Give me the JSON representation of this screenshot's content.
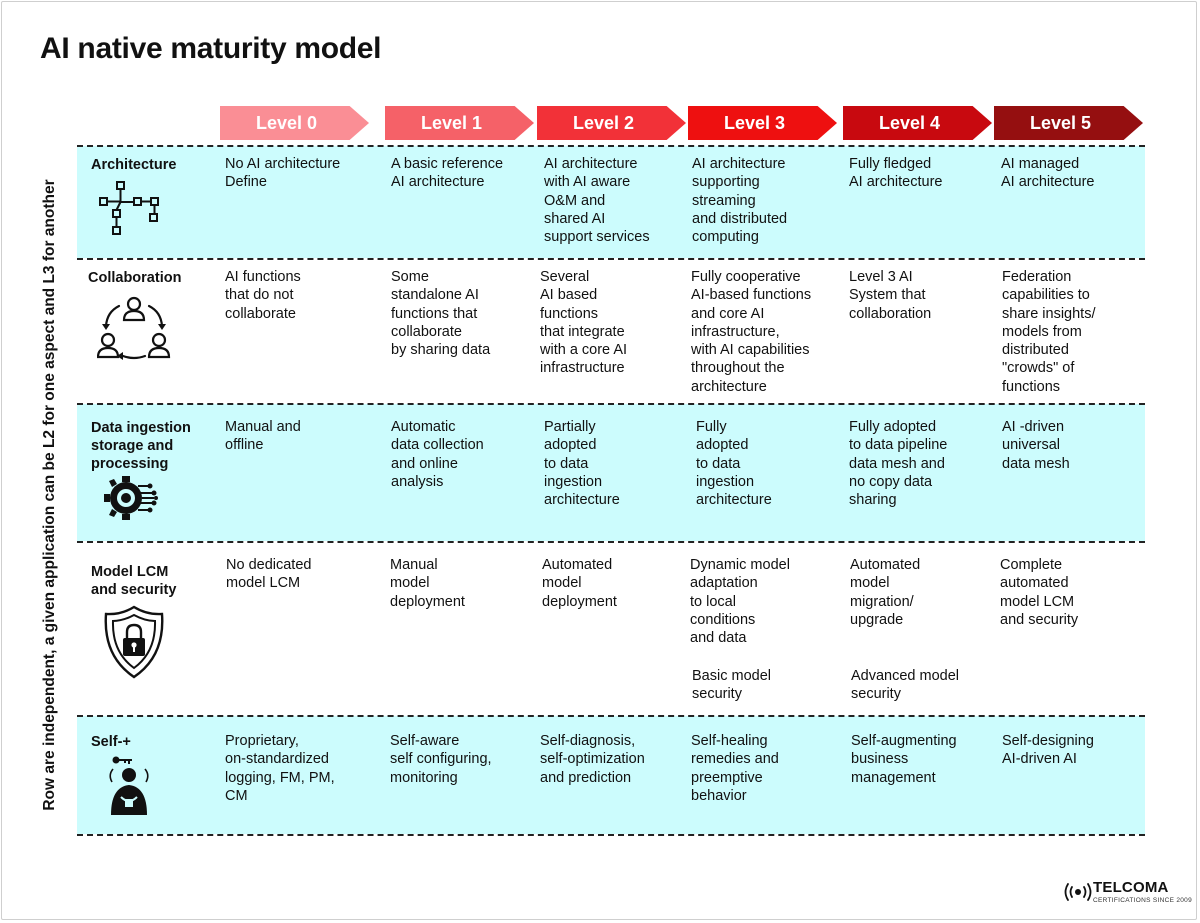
{
  "title": "AI native maturity model",
  "side_note": "Row are independent, a given application can be L2 for one aspect and L3 for another",
  "levels": [
    {
      "label": "Level 0",
      "color": "#fa8e95"
    },
    {
      "label": "Level 1",
      "color": "#f56168"
    },
    {
      "label": "Level 2",
      "color": "#f23138"
    },
    {
      "label": "Level 3",
      "color": "#ee1010"
    },
    {
      "label": "Level 4",
      "color": "#c8090f"
    },
    {
      "label": "Level 5",
      "color": "#950f10"
    }
  ],
  "rows": [
    {
      "label": "Architecture",
      "icon": "architecture-tree-icon",
      "cells": [
        "No AI architecture\nDefine",
        "A basic reference\nAI architecture",
        "AI architecture\nwith AI aware\nO&M and\nshared AI\nsupport services",
        "AI architecture\nsupporting\nstreaming\nand distributed\ncomputing",
        "Fully fledged\nAI architecture",
        "AI managed\nAI architecture"
      ]
    },
    {
      "label": "Collaboration",
      "icon": "collaboration-people-cycle-icon",
      "cells": [
        "AI functions\nthat do not\ncollaborate",
        "Some\nstandalone AI\nfunctions that\ncollaborate\nby sharing  data",
        "Several\nAI based\nfunctions\nthat integrate\nwith a core AI\ninfrastructure",
        "Fully cooperative\nAI-based functions\nand core AI\ninfrastructure,\nwith AI capabilities\nthroughout the\narchitecture",
        "Level 3 AI\nSystem that\ncollaboration",
        "Federation\ncapabilities to\nshare insights/\nmodels from\ndistributed\n\"crowds\" of\nfunctions"
      ]
    },
    {
      "label": "Data ingestion\nstorage and\nprocessing",
      "icon": "data-processing-gear-icon",
      "cells": [
        "Manual and\noffline",
        "Automatic\ndata collection\nand online\nanalysis",
        "Partially\nadopted\nto data\ningestion\narchitecture",
        "Fully\nadopted\nto data\ningestion\narchitecture",
        "Fully adopted\nto data pipeline\ndata mesh and\nno copy data\nsharing",
        "AI -driven\nuniversal\ndata mesh"
      ]
    },
    {
      "label": "Model LCM\nand security",
      "icon": "security-shield-lock-icon",
      "cells": [
        "No dedicated\nmodel LCM",
        "Manual\nmodel\ndeployment",
        "Automated\nmodel\ndeployment",
        "Dynamic model\nadaptation\nto local\nconditions\nand data",
        "Automated\nmodel\nmigration/\nupgrade",
        "Complete\nautomated\nmodel LCM\nand security"
      ],
      "extra": [
        {
          "col": 3,
          "text": "Basic model\nsecurity"
        },
        {
          "col": 4,
          "text": "Advanced model\nsecurity"
        }
      ]
    },
    {
      "label": "Self-+",
      "icon": "self-person-key-icon",
      "cells": [
        "Proprietary,\non-standardized\nlogging, FM, PM,\nCM",
        "Self-aware\nself configuring,\nmonitoring",
        "Self-diagnosis,\nself-optimization\nand prediction",
        "Self-healing\nremedies and\npreemptive\nbehavior",
        "Self-augmenting\nbusiness\nmanagement",
        "Self-designing\nAI-driven AI"
      ]
    }
  ],
  "logo": {
    "name": "TELCOMA",
    "tagline": "CERTIFICATIONS SINCE 2009"
  },
  "colors": {
    "band": "#ccfcfd",
    "text": "#111111"
  }
}
